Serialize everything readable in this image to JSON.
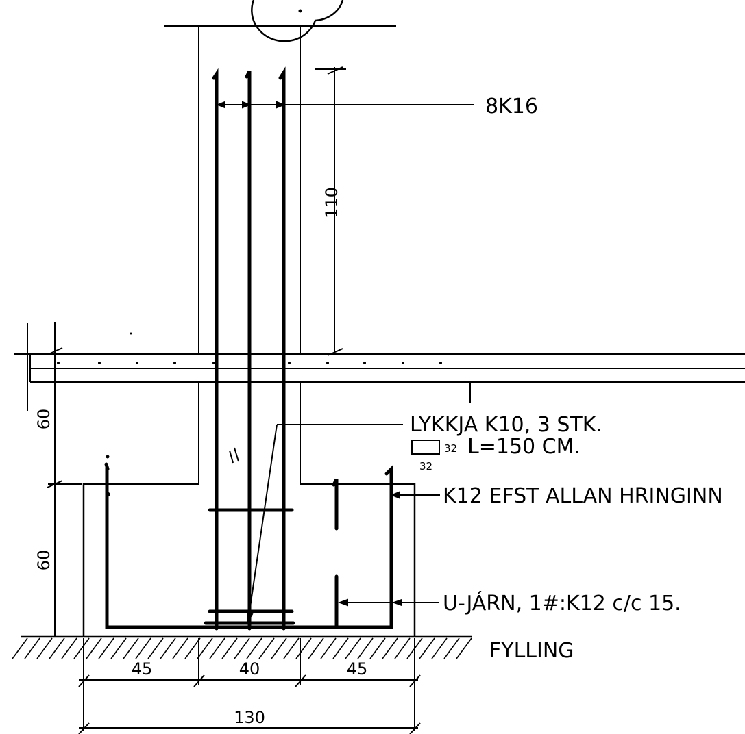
{
  "labels": {
    "main_bars": "8K16",
    "stirrups": "LYKKJA K10, 3 STK.",
    "stirrup_length": "L=150 CM.",
    "stirrup_dim_w": "32",
    "stirrup_dim_h": "32",
    "top_bar": "K12 EFST ALLAN HRINGINN",
    "u_bars": "U-JÁRN, 1#:K12 c/c 15.",
    "fill": "FYLLING"
  },
  "dimensions": {
    "anchorage": "110",
    "wall_height": "60",
    "footing_height": "60",
    "left_toe": "45",
    "wall_width": "40",
    "right_toe": "45",
    "total_width": "130"
  }
}
